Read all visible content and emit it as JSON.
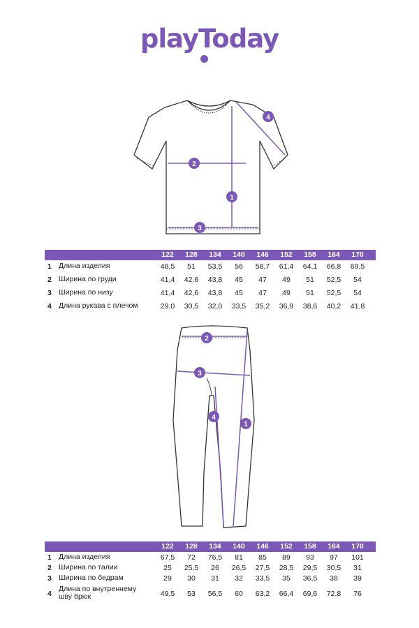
{
  "logo": {
    "text": "playToday"
  },
  "colors": {
    "accent": "#7b58b8",
    "outline": "#333333"
  },
  "tshirt": {
    "markers": [
      "1",
      "2",
      "3",
      "4"
    ],
    "sizes": [
      "122",
      "128",
      "134",
      "140",
      "146",
      "152",
      "158",
      "164",
      "170"
    ],
    "rows": [
      {
        "num": "1",
        "label": "Длина изделия",
        "values": [
          "48,5",
          "51",
          "53,5",
          "56",
          "58,7",
          "61,4",
          "64,1",
          "66,8",
          "69,5"
        ]
      },
      {
        "num": "2",
        "label": "Ширина по груди",
        "values": [
          "41,4",
          "42,6",
          "43,8",
          "45",
          "47",
          "49",
          "51",
          "52,5",
          "54"
        ]
      },
      {
        "num": "3",
        "label": "Ширина по низу",
        "values": [
          "41,4",
          "42,6",
          "43,8",
          "45",
          "47",
          "49",
          "51",
          "52,5",
          "54"
        ]
      },
      {
        "num": "4",
        "label": "Длина рукава с плечом",
        "values": [
          "29,0",
          "30,5",
          "32,0",
          "33,5",
          "35,2",
          "36,9",
          "38,6",
          "40,2",
          "41,8"
        ]
      }
    ]
  },
  "pants": {
    "markers": [
      "1",
      "2",
      "3",
      "4"
    ],
    "sizes": [
      "122",
      "128",
      "134",
      "140",
      "146",
      "152",
      "158",
      "164",
      "170"
    ],
    "rows": [
      {
        "num": "1",
        "label": "Длина изделия",
        "values": [
          "67,5",
          "72",
          "76,5",
          "81",
          "85",
          "89",
          "93",
          "97",
          "101"
        ]
      },
      {
        "num": "2",
        "label": "Ширина по талии",
        "values": [
          "25",
          "25,5",
          "26",
          "26,5",
          "27,5",
          "28,5",
          "29,5",
          "30,5",
          "31"
        ]
      },
      {
        "num": "3",
        "label": "Ширина по бедрам",
        "values": [
          "29",
          "30",
          "31",
          "32",
          "33,5",
          "35",
          "36,5",
          "38",
          "39"
        ]
      },
      {
        "num": "4",
        "label": "Длина по внутреннему шву брюк",
        "values": [
          "49,5",
          "53",
          "56,5",
          "60",
          "63,2",
          "66,4",
          "69,6",
          "72,8",
          "76"
        ]
      }
    ]
  }
}
